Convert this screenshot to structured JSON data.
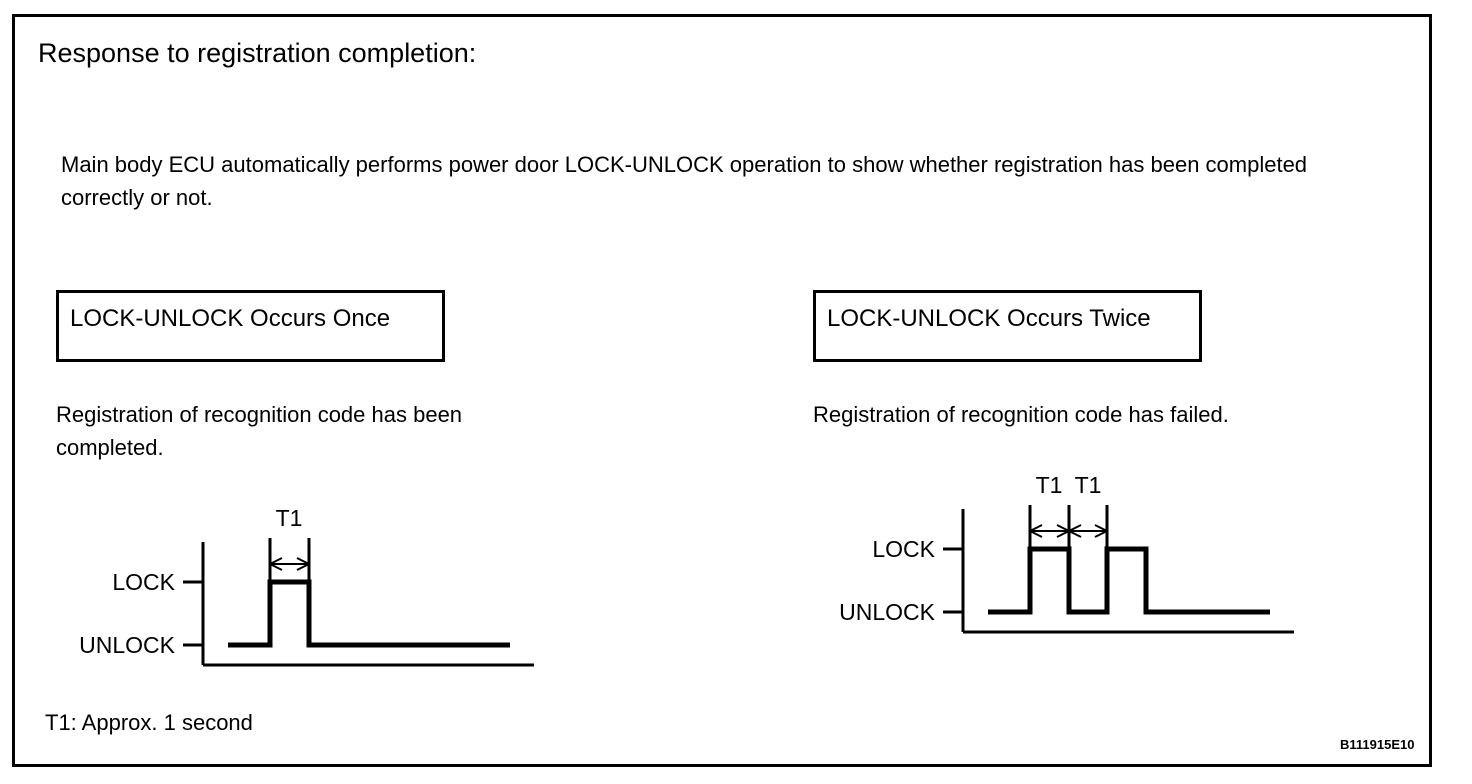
{
  "document": {
    "title": "Response to registration completion:",
    "intro": "Main body ECU automatically performs power door LOCK-UNLOCK operation to show whether registration has been completed correctly or not.",
    "footnote": "T1: Approx. 1 second",
    "figure_code": "B111915E10",
    "border_color": "#000000",
    "background_color": "#ffffff"
  },
  "cases": [
    {
      "box_label": "LOCK-UNLOCK Occurs Once",
      "caption": "Registration of recognition code has been completed.",
      "chart_key": "single_pulse"
    },
    {
      "box_label": "LOCK-UNLOCK Occurs Twice",
      "caption": "Registration of recognition code has failed.",
      "chart_key": "double_pulse"
    }
  ],
  "chart_data": [
    {
      "id": "single_pulse",
      "type": "line",
      "title": "LOCK-UNLOCK Occurs Once",
      "xlabel": "",
      "ylabel": "",
      "y_levels": [
        "LOCK",
        "UNLOCK"
      ],
      "tick_labels": [
        "LOCK",
        "UNLOCK"
      ],
      "annotations": [
        "T1"
      ],
      "annotation_count": 1,
      "grid": false,
      "legend": "none",
      "x": [
        0,
        1,
        1,
        2,
        2,
        7
      ],
      "values": [
        "UNLOCK",
        "UNLOCK",
        "LOCK",
        "LOCK",
        "UNLOCK",
        "UNLOCK"
      ],
      "pulses": [
        {
          "start": 1,
          "end": 2,
          "level": "LOCK",
          "duration_label": "T1"
        }
      ],
      "xlim": [
        0,
        7
      ],
      "baseline_level": "UNLOCK"
    },
    {
      "id": "double_pulse",
      "type": "line",
      "title": "LOCK-UNLOCK Occurs Twice",
      "xlabel": "",
      "ylabel": "",
      "y_levels": [
        "LOCK",
        "UNLOCK"
      ],
      "tick_labels": [
        "LOCK",
        "UNLOCK"
      ],
      "annotations": [
        "T1",
        "T1"
      ],
      "annotation_count": 2,
      "grid": false,
      "legend": "none",
      "x": [
        0,
        1,
        1,
        2,
        2,
        3,
        3,
        4,
        4,
        7
      ],
      "values": [
        "UNLOCK",
        "UNLOCK",
        "LOCK",
        "LOCK",
        "UNLOCK",
        "UNLOCK",
        "LOCK",
        "LOCK",
        "UNLOCK",
        "UNLOCK"
      ],
      "pulses": [
        {
          "start": 1,
          "end": 2,
          "level": "LOCK",
          "duration_label": "T1"
        },
        {
          "start": 3,
          "end": 4,
          "level": "LOCK",
          "duration_label": "T1"
        }
      ],
      "xlim": [
        0,
        7
      ],
      "baseline_level": "UNLOCK"
    }
  ]
}
